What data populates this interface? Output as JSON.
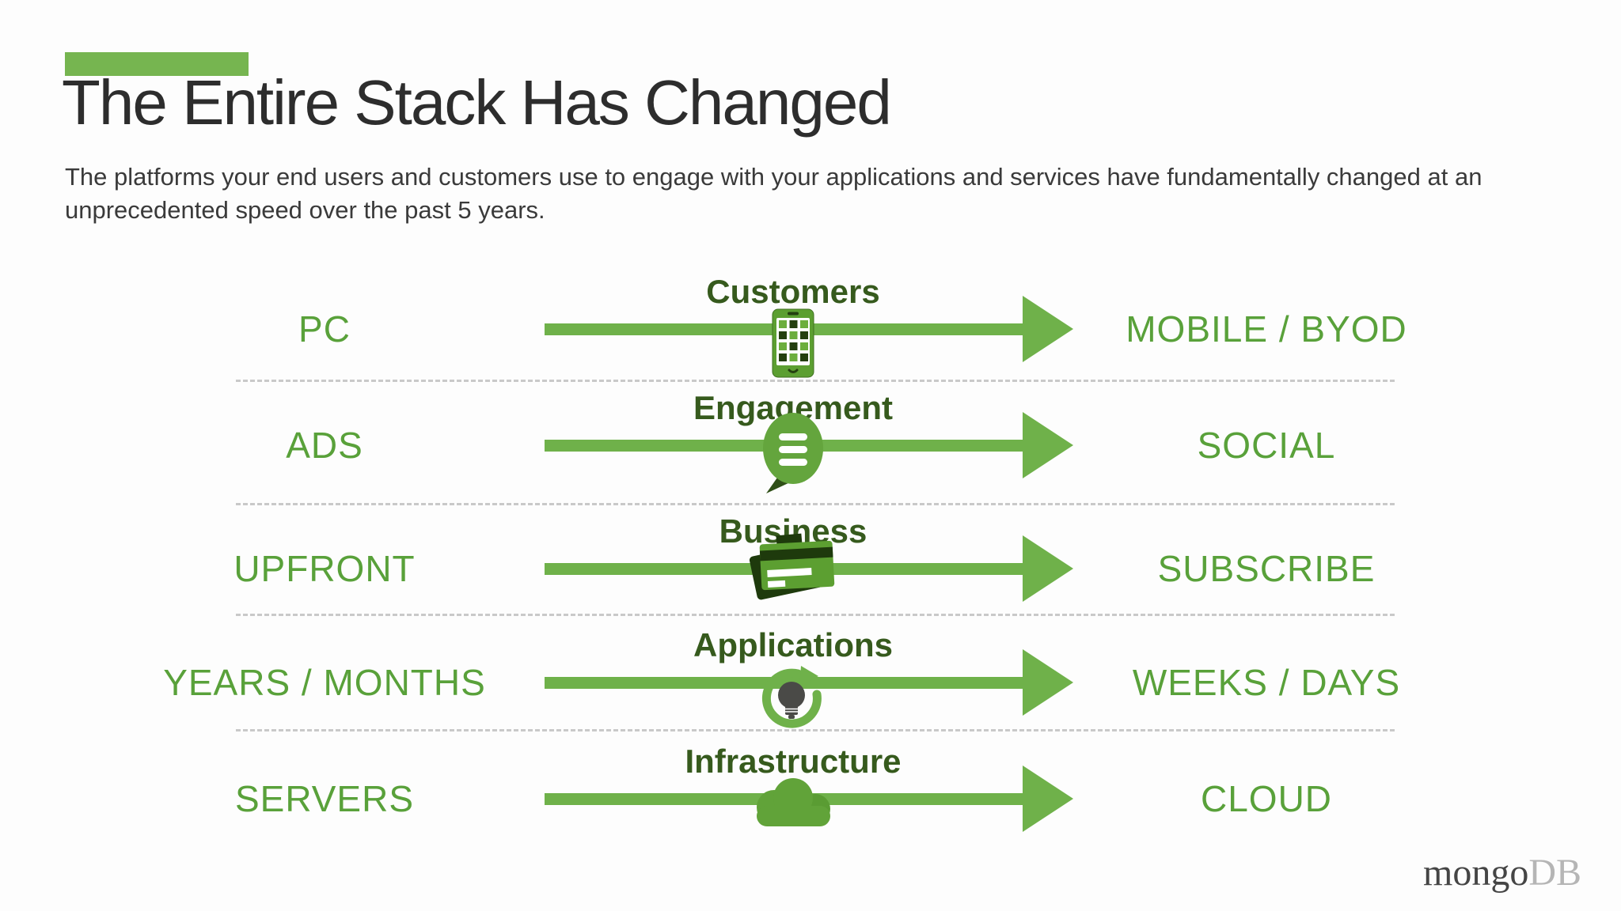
{
  "slide": {
    "title": "The Entire Stack Has Changed",
    "subtitle": "The platforms your end users and customers use to engage with your applications and services have fundamentally changed at an unprecedented speed over the past 5 years."
  },
  "diagram": {
    "rows": [
      {
        "left": "PC",
        "center": "Customers",
        "right": "MOBILE / BYOD",
        "icon": "mobile-phone"
      },
      {
        "left": "ADS",
        "center": "Engagement",
        "right": "SOCIAL",
        "icon": "speech-bubble"
      },
      {
        "left": "UPFRONT",
        "center": "Business",
        "right": "SUBSCRIBE",
        "icon": "credit-card"
      },
      {
        "left": "YEARS / MONTHS",
        "center": "Applications",
        "right": "WEEKS / DAYS",
        "icon": "lightbulb-refresh"
      },
      {
        "left": "SERVERS",
        "center": "Infrastructure",
        "right": "CLOUD",
        "icon": "cloud"
      }
    ]
  },
  "footer": {
    "brand_primary": "mongo",
    "brand_secondary": "DB"
  },
  "colors": {
    "accent_green": "#6fb14a",
    "bar_green": "#76b550",
    "side_label_green": "#59a13a",
    "center_label_green": "#365a1d",
    "icon_dark_green": "#24400f",
    "title_gray": "#2d2d2d",
    "body_gray": "#3a3a3a",
    "separator_gray": "#c9c9c9",
    "brand_dark": "#454545",
    "brand_light": "#b5b5b5"
  }
}
